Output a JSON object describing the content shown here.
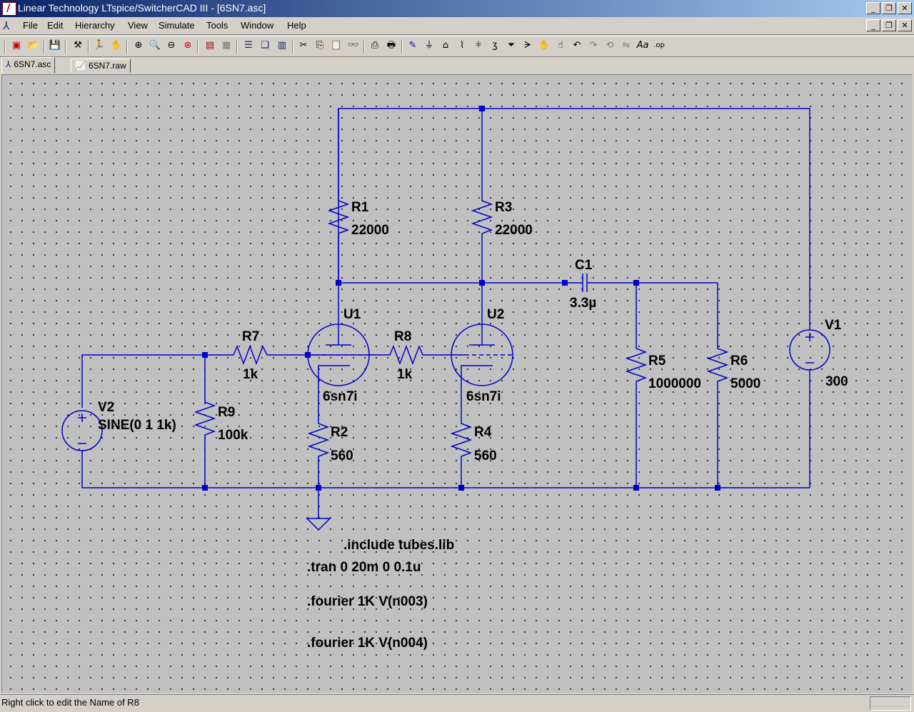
{
  "window": {
    "title": "Linear Technology LTspice/SwitcherCAD III - [6SN7.asc]"
  },
  "menu": [
    "File",
    "Edit",
    "Hierarchy",
    "View",
    "Simulate",
    "Tools",
    "Window",
    "Help"
  ],
  "tabs": [
    {
      "label": "6SN7.asc",
      "active": true
    },
    {
      "label": "6SN7.raw",
      "active": false
    }
  ],
  "schematic": {
    "components": {
      "r1": {
        "name": "R1",
        "value": "22000"
      },
      "r3": {
        "name": "R3",
        "value": "22000"
      },
      "c1": {
        "name": "C1",
        "value": "3.3µ"
      },
      "u1": {
        "name": "U1",
        "value": "6sn7i"
      },
      "u2": {
        "name": "U2",
        "value": "6sn7i"
      },
      "r7": {
        "name": "R7",
        "value": "1k"
      },
      "r8": {
        "name": "R8",
        "value": "1k"
      },
      "v1": {
        "name": "V1",
        "value": "300"
      },
      "v2": {
        "name": "V2",
        "value": "SINE(0 1 1k)"
      },
      "r9": {
        "name": "R9",
        "value": "100k"
      },
      "r5": {
        "name": "R5",
        "value": "1000000"
      },
      "r6": {
        "name": "R6",
        "value": "5000"
      },
      "r2": {
        "name": "R2",
        "value": "560"
      },
      "r4": {
        "name": "R4",
        "value": "560"
      }
    },
    "directives": [
      ".include tubes.lib",
      ".tran 0 20m 0 0.1u",
      ".fourier 1K V(n003)",
      ".fourier 1K V(n004)"
    ],
    "colors": {
      "wire": "#0000cc",
      "background": "#c0c0c0"
    }
  },
  "status": {
    "text": "Right click to edit the Name of R8"
  }
}
